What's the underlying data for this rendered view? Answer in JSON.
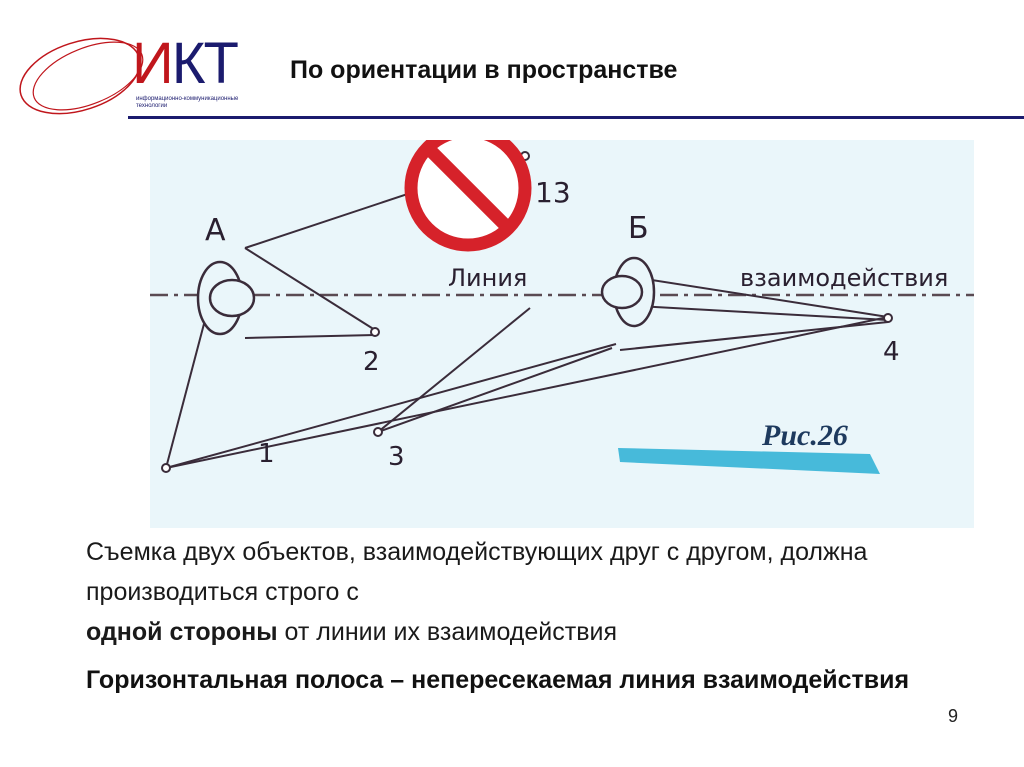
{
  "logo": {
    "text_first": "И",
    "text_rest": "КТ",
    "subtitle_line1": "информационно-коммуникационные",
    "subtitle_line2": "технологии"
  },
  "header": {
    "title": "По ориентации в пространстве"
  },
  "figure": {
    "label_a": "А",
    "label_b": "Б",
    "line_word_left": "Линия",
    "line_word_right": "взаимодействия",
    "point_1": "1",
    "point_2": "2",
    "point_3": "3",
    "point_4": "4",
    "point_5": "13",
    "fig_caption": "Рис.26",
    "colors": {
      "background": "#eaf6fa",
      "prohibit": "#d6222a",
      "band": "#35b4d6"
    },
    "icons": [
      "prohibition-icon",
      "person-a-icon",
      "person-b-icon"
    ]
  },
  "body": {
    "caption_part1": "Съемка  двух объектов, взаимодействующих  друг с другом, должна производиться строго с",
    "caption_bold": "одной  стороны",
    "caption_part2": " от линии их взаимодействия",
    "note": "Горизонтальная полоса – непересекаемая линия взаимодействия"
  },
  "footer": {
    "page_number": "9"
  }
}
